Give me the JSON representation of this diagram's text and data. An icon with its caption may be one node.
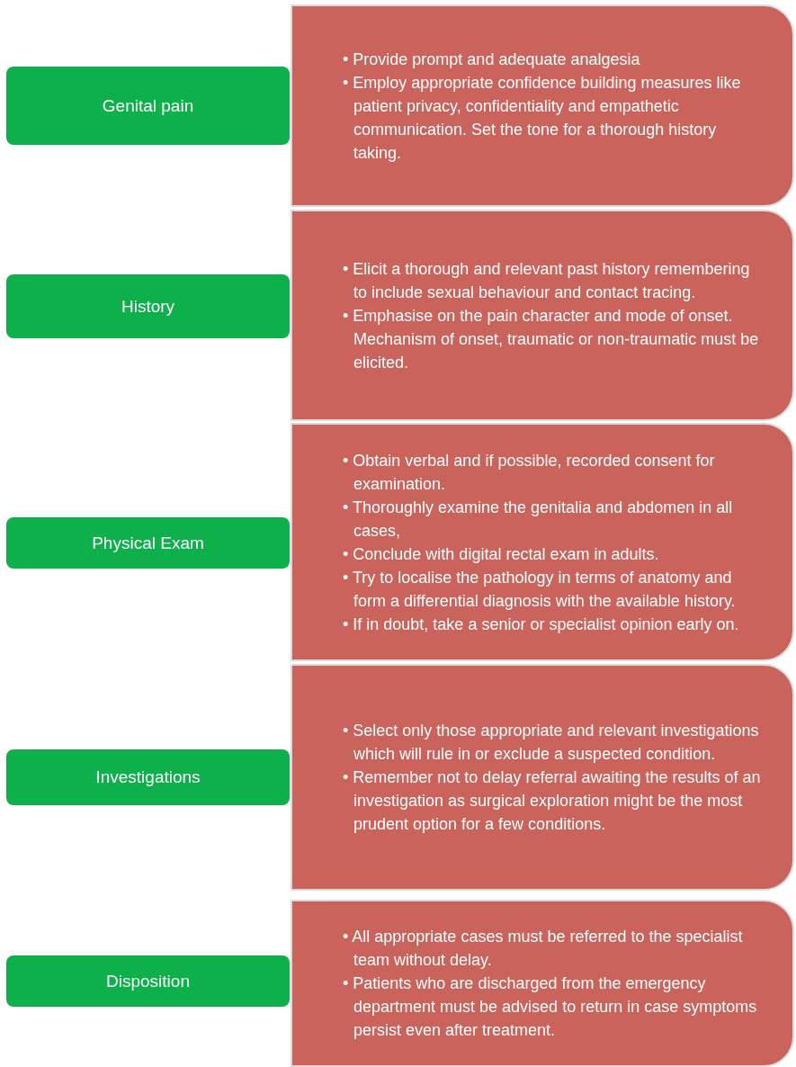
{
  "diagram": {
    "nodes": [
      {
        "text": [
          "Genital pain"
        ]
      },
      {
        "text": [
          "• Provide prompt and adequate analgesia",
          "• Employ appropriate confidence building measures like patient privacy, confidentiality and empathetic communication. Set the tone for a thorough history taking."
        ]
      },
      {
        "text": [
          "History"
        ]
      },
      {
        "text": [
          "• Elicit a thorough and relevant past history remembering to include sexual behaviour and contact tracing.",
          "• Emphasise on the pain character and mode of onset. Mechanism of onset, traumatic or non-traumatic must be elicited."
        ]
      },
      {
        "text": [
          "Physical Exam"
        ]
      },
      {
        "text": [
          "• Obtain verbal and if possible, recorded consent for examination.",
          "• Thoroughly examine the genitalia and abdomen in all cases,",
          "• Conclude with digital rectal exam in adults.",
          "• Try to localise the pathology in terms of anatomy and form a differential diagnosis with the available history.",
          "• If in doubt, take a senior or specialist opinion early on."
        ]
      },
      {
        "text": [
          "Investigations"
        ]
      },
      {
        "text": [
          "• Select only those appropriate and relevant investigations which will rule in or exclude a suspected condition.",
          "• Remember not to delay referral awaiting the results of an investigation as surgical exploration might be the most prudent option for a few conditions."
        ]
      },
      {
        "text": [
          "Disposition"
        ]
      },
      {
        "text": [
          "• All appropriate cases must be referred to the specialist team without delay.",
          "• Patients who are discharged from the emergency department must be advised to return in case symptoms persist even after treatment."
        ]
      }
    ]
  }
}
